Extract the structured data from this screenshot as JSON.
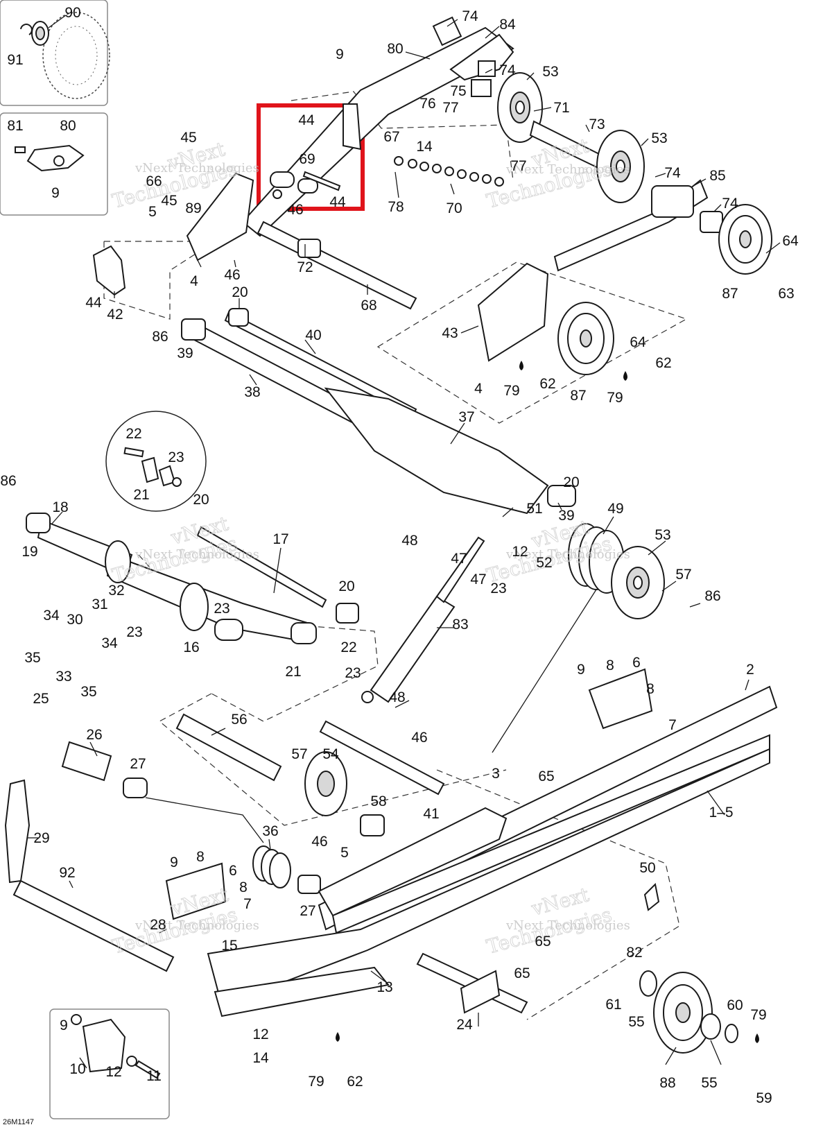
{
  "drawing_code": "26M1147",
  "watermark": {
    "line1": "vNext Technologies",
    "line2": "vNext",
    "line3": "Technologies"
  },
  "highlight_color": "#e0141b",
  "callouts": [
    {
      "id": "c90",
      "label": "90"
    },
    {
      "id": "c91",
      "label": "91"
    },
    {
      "id": "c81",
      "label": "81"
    },
    {
      "id": "c80a",
      "label": "80"
    },
    {
      "id": "c9a",
      "label": "9"
    },
    {
      "id": "c74a",
      "label": "74"
    },
    {
      "id": "c84",
      "label": "84"
    },
    {
      "id": "c80b",
      "label": "80"
    },
    {
      "id": "c9b",
      "label": "9"
    },
    {
      "id": "c74b",
      "label": "74"
    },
    {
      "id": "c53a",
      "label": "53"
    },
    {
      "id": "c75",
      "label": "75"
    },
    {
      "id": "c76",
      "label": "76"
    },
    {
      "id": "c77a",
      "label": "77"
    },
    {
      "id": "c71",
      "label": "71"
    },
    {
      "id": "c73",
      "label": "73"
    },
    {
      "id": "c67",
      "label": "67"
    },
    {
      "id": "c14a",
      "label": "14"
    },
    {
      "id": "c53b",
      "label": "53"
    },
    {
      "id": "c44a",
      "label": "44"
    },
    {
      "id": "c69",
      "label": "69"
    },
    {
      "id": "c44b",
      "label": "44"
    },
    {
      "id": "c46a",
      "label": "46"
    },
    {
      "id": "c45a",
      "label": "45"
    },
    {
      "id": "c66",
      "label": "66"
    },
    {
      "id": "c45b",
      "label": "45"
    },
    {
      "id": "c89",
      "label": "89"
    },
    {
      "id": "c5a",
      "label": "5"
    },
    {
      "id": "c77b",
      "label": "77"
    },
    {
      "id": "c74c",
      "label": "74"
    },
    {
      "id": "c85",
      "label": "85"
    },
    {
      "id": "c78",
      "label": "78"
    },
    {
      "id": "c70",
      "label": "70"
    },
    {
      "id": "c74d",
      "label": "74"
    },
    {
      "id": "c64a",
      "label": "64"
    },
    {
      "id": "c72",
      "label": "72"
    },
    {
      "id": "c4a",
      "label": "4"
    },
    {
      "id": "c46b",
      "label": "46"
    },
    {
      "id": "c44c",
      "label": "44"
    },
    {
      "id": "c42",
      "label": "42"
    },
    {
      "id": "c68",
      "label": "68"
    },
    {
      "id": "c87a",
      "label": "87"
    },
    {
      "id": "c63",
      "label": "63"
    },
    {
      "id": "c20a",
      "label": "20"
    },
    {
      "id": "c86a",
      "label": "86"
    },
    {
      "id": "c39a",
      "label": "39"
    },
    {
      "id": "c40",
      "label": "40"
    },
    {
      "id": "c43",
      "label": "43"
    },
    {
      "id": "c64b",
      "label": "64"
    },
    {
      "id": "c62a",
      "label": "62"
    },
    {
      "id": "c4b",
      "label": "4"
    },
    {
      "id": "c79a",
      "label": "79"
    },
    {
      "id": "c62b",
      "label": "62"
    },
    {
      "id": "c87b",
      "label": "87"
    },
    {
      "id": "c79b",
      "label": "79"
    },
    {
      "id": "c38",
      "label": "38"
    },
    {
      "id": "c37",
      "label": "37"
    },
    {
      "id": "c22a",
      "label": "22"
    },
    {
      "id": "c23a",
      "label": "23"
    },
    {
      "id": "c21a",
      "label": "21"
    },
    {
      "id": "c20b",
      "label": "20"
    },
    {
      "id": "c86b",
      "label": "86"
    },
    {
      "id": "c18",
      "label": "18"
    },
    {
      "id": "c20c",
      "label": "20"
    },
    {
      "id": "c19",
      "label": "19"
    },
    {
      "id": "c17",
      "label": "17"
    },
    {
      "id": "c51",
      "label": "51"
    },
    {
      "id": "c39b",
      "label": "39"
    },
    {
      "id": "c49",
      "label": "49"
    },
    {
      "id": "c48a",
      "label": "48"
    },
    {
      "id": "c47a",
      "label": "47"
    },
    {
      "id": "c12a",
      "label": "12"
    },
    {
      "id": "c52",
      "label": "52"
    },
    {
      "id": "c53c",
      "label": "53"
    },
    {
      "id": "c47b",
      "label": "47"
    },
    {
      "id": "c23b",
      "label": "23"
    },
    {
      "id": "c57a",
      "label": "57"
    },
    {
      "id": "c20d",
      "label": "20"
    },
    {
      "id": "c86c",
      "label": "86"
    },
    {
      "id": "c31",
      "label": "31"
    },
    {
      "id": "c32",
      "label": "32"
    },
    {
      "id": "c34a",
      "label": "34"
    },
    {
      "id": "c30",
      "label": "30"
    },
    {
      "id": "c23c",
      "label": "23"
    },
    {
      "id": "c23d",
      "label": "23"
    },
    {
      "id": "c83",
      "label": "83"
    },
    {
      "id": "c16",
      "label": "16"
    },
    {
      "id": "c35a",
      "label": "35"
    },
    {
      "id": "c34b",
      "label": "34"
    },
    {
      "id": "c22b",
      "label": "22"
    },
    {
      "id": "c21b",
      "label": "21"
    },
    {
      "id": "c33",
      "label": "33"
    },
    {
      "id": "c35b",
      "label": "35"
    },
    {
      "id": "c23e",
      "label": "23"
    },
    {
      "id": "c9c",
      "label": "9"
    },
    {
      "id": "c8a",
      "label": "8"
    },
    {
      "id": "c6a",
      "label": "6"
    },
    {
      "id": "c2",
      "label": "2"
    },
    {
      "id": "c8b",
      "label": "8"
    },
    {
      "id": "c48b",
      "label": "48"
    },
    {
      "id": "c7a",
      "label": "7"
    },
    {
      "id": "c25",
      "label": "25"
    },
    {
      "id": "c56",
      "label": "56"
    },
    {
      "id": "c26",
      "label": "26"
    },
    {
      "id": "c46c",
      "label": "46"
    },
    {
      "id": "c57b",
      "label": "57"
    },
    {
      "id": "c54",
      "label": "54"
    },
    {
      "id": "c27a",
      "label": "27"
    },
    {
      "id": "c3",
      "label": "3"
    },
    {
      "id": "c65a",
      "label": "65"
    },
    {
      "id": "c41",
      "label": "41"
    },
    {
      "id": "c1_5",
      "label": "1–5"
    },
    {
      "id": "c58",
      "label": "58"
    },
    {
      "id": "c29",
      "label": "29"
    },
    {
      "id": "c36",
      "label": "36"
    },
    {
      "id": "c46d",
      "label": "46"
    },
    {
      "id": "c5b",
      "label": "5"
    },
    {
      "id": "c92",
      "label": "92"
    },
    {
      "id": "c9d",
      "label": "9"
    },
    {
      "id": "c8c",
      "label": "8"
    },
    {
      "id": "c6b",
      "label": "6"
    },
    {
      "id": "c50",
      "label": "50"
    },
    {
      "id": "c8d",
      "label": "8"
    },
    {
      "id": "c7b",
      "label": "7"
    },
    {
      "id": "c27b",
      "label": "27"
    },
    {
      "id": "c28",
      "label": "28"
    },
    {
      "id": "c65b",
      "label": "65"
    },
    {
      "id": "c15",
      "label": "15"
    },
    {
      "id": "c82",
      "label": "82"
    },
    {
      "id": "c65c",
      "label": "65"
    },
    {
      "id": "c13",
      "label": "13"
    },
    {
      "id": "c61",
      "label": "61"
    },
    {
      "id": "c55a",
      "label": "55"
    },
    {
      "id": "c24",
      "label": "24"
    },
    {
      "id": "c9e",
      "label": "9"
    },
    {
      "id": "c60",
      "label": "60"
    },
    {
      "id": "c79c",
      "label": "79"
    },
    {
      "id": "c12b",
      "label": "12"
    },
    {
      "id": "c10",
      "label": "10"
    },
    {
      "id": "c12c",
      "label": "12"
    },
    {
      "id": "c11",
      "label": "11"
    },
    {
      "id": "c14b",
      "label": "14"
    },
    {
      "id": "c79d",
      "label": "79"
    },
    {
      "id": "c62c",
      "label": "62"
    },
    {
      "id": "c88",
      "label": "88"
    },
    {
      "id": "c55b",
      "label": "55"
    },
    {
      "id": "c59",
      "label": "59"
    }
  ]
}
